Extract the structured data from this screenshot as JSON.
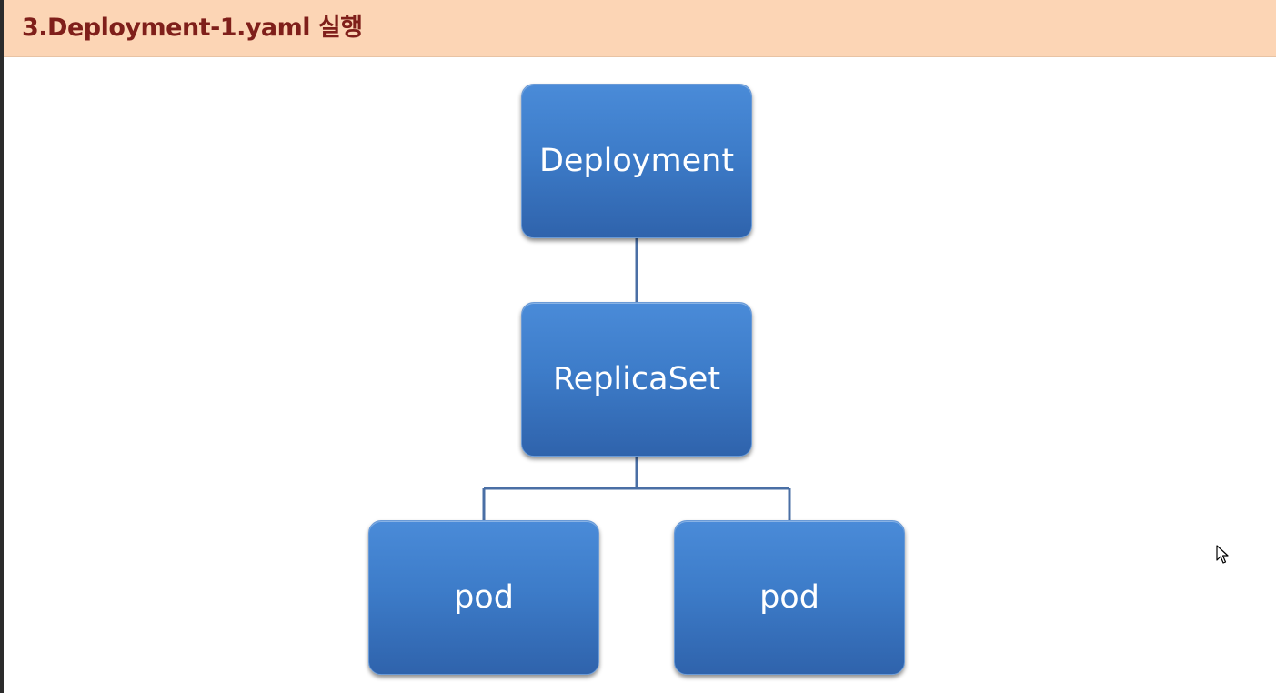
{
  "slide": {
    "title": "3.Deployment-1.yaml 실행"
  },
  "diagram": {
    "nodes": {
      "deployment": "Deployment",
      "replicaset": "ReplicaSet",
      "pod_1": "pod",
      "pod_2": "pod"
    },
    "edges": [
      [
        "Deployment",
        "ReplicaSet"
      ],
      [
        "ReplicaSet",
        "pod"
      ],
      [
        "ReplicaSet",
        "pod"
      ]
    ],
    "node_color": "#3d7cc9",
    "connector_color": "#4a6fa5"
  },
  "colors": {
    "title_bar": "#fcd5b5",
    "title_text": "#7f1f1a"
  }
}
